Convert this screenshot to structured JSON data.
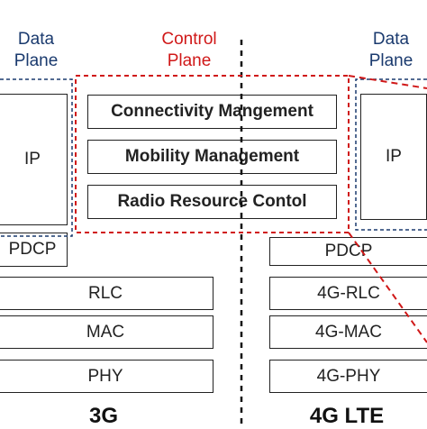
{
  "headers": {
    "data_plane_left": [
      "Data",
      "Plane"
    ],
    "control_plane": [
      "Control",
      "Plane"
    ],
    "data_plane_right": [
      "Data",
      "Plane"
    ]
  },
  "control_plane_boxes": [
    "Connectivity Mangement",
    "Mobility Management",
    "Radio Resource Contol"
  ],
  "left_stack": {
    "ip": "IP",
    "pdcp": "PDCP",
    "rlc": "RLC",
    "mac": "MAC",
    "phy": "PHY"
  },
  "right_stack": {
    "ip": "IP",
    "pdcp": "PDCP",
    "rlc": "4G-RLC",
    "mac": "4G-MAC",
    "phy": "4G-PHY"
  },
  "footers": {
    "left": "3G",
    "right": "4G LTE"
  },
  "colors": {
    "data_plane_text": "#1a3a6e",
    "control_plane_text": "#d01818",
    "red_dash": "#d01818",
    "navy_dash": "#1a3a6e",
    "box_border": "#222222"
  }
}
